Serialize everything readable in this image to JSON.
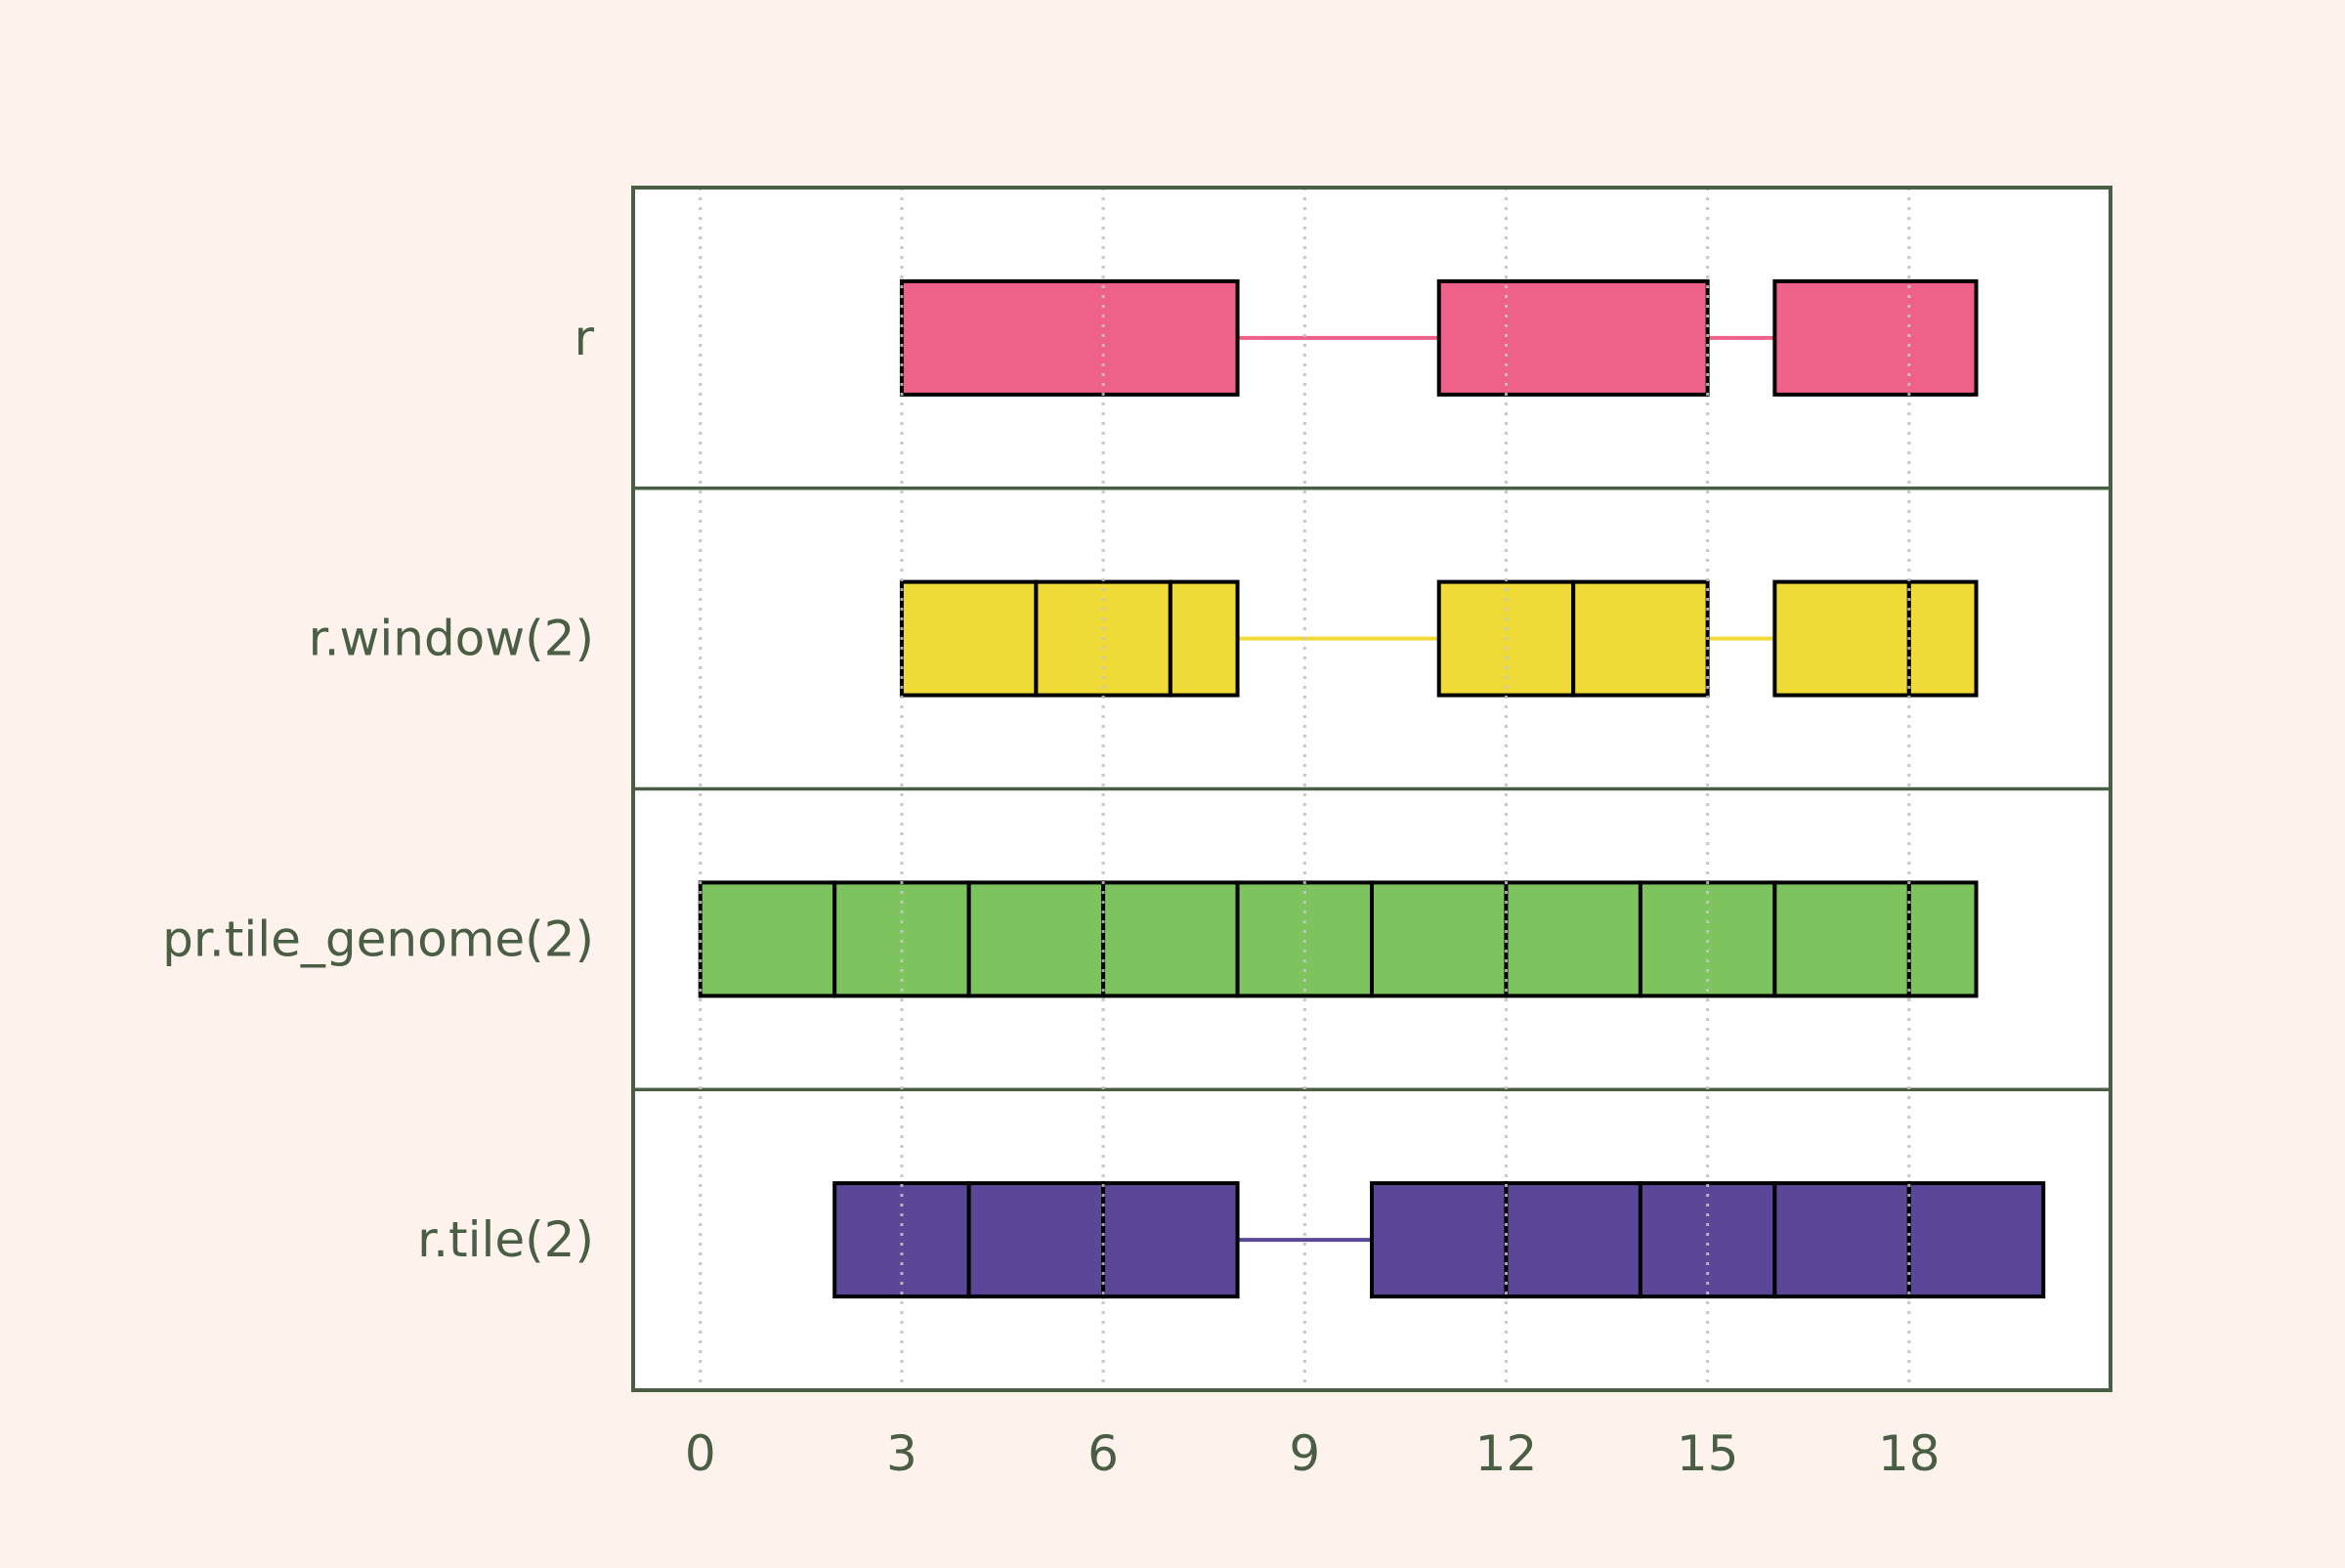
{
  "colors": {
    "background": "#fdf3ec",
    "panel": "#ffffff",
    "frame": "#4a5e46",
    "text": "#4a5e46",
    "grid": "#c8c8c8",
    "interval_edge": "#000000"
  },
  "chart_data": {
    "type": "genome-track-intervals",
    "title": "",
    "xlabel": "",
    "ylabel": "",
    "xlim": [
      -1,
      21
    ],
    "xticks": [
      0,
      3,
      6,
      9,
      12,
      15,
      18
    ],
    "grid": "vertical dotted lines at x ticks",
    "rows": [
      {
        "label": "r",
        "color": "#ef6189",
        "intervals": [
          [
            3,
            8
          ],
          [
            11,
            15
          ],
          [
            16,
            19
          ]
        ]
      },
      {
        "label": "r.window(2)",
        "color": "#f0da38",
        "intervals": [
          [
            3,
            5
          ],
          [
            5,
            7
          ],
          [
            7,
            8
          ],
          [
            11,
            13
          ],
          [
            13,
            15
          ],
          [
            16,
            18
          ],
          [
            18,
            19
          ]
        ]
      },
      {
        "label": "pr.tile_genome(2)",
        "color": "#7ec45e",
        "intervals": [
          [
            0,
            2
          ],
          [
            2,
            4
          ],
          [
            4,
            6
          ],
          [
            6,
            8
          ],
          [
            8,
            10
          ],
          [
            10,
            12
          ],
          [
            12,
            14
          ],
          [
            14,
            16
          ],
          [
            16,
            18
          ],
          [
            18,
            19
          ]
        ]
      },
      {
        "label": "r.tile(2)",
        "color": "#5c4697",
        "intervals": [
          [
            2,
            4
          ],
          [
            4,
            6
          ],
          [
            6,
            8
          ],
          [
            10,
            12
          ],
          [
            12,
            14
          ],
          [
            14,
            16
          ],
          [
            16,
            18
          ],
          [
            18,
            20
          ]
        ]
      }
    ]
  }
}
